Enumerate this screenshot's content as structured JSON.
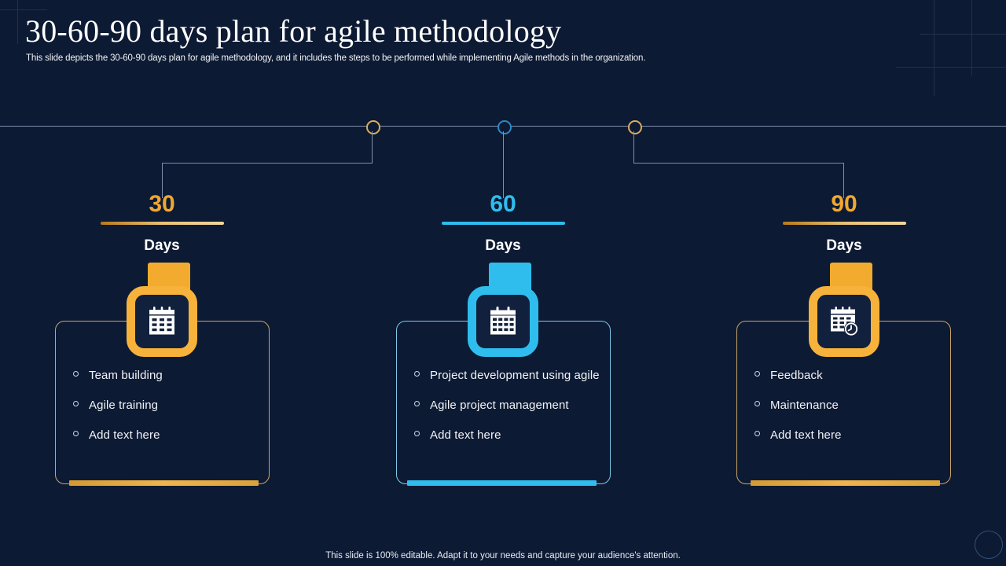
{
  "slide": {
    "title": "30-60-90 days plan for agile methodology",
    "subtitle": "This slide depicts the 30-60-90 days plan for agile methodology, and it includes the steps to be performed while implementing Agile methods in the organization.",
    "footer": "This slide is 100% editable. Adapt it to your needs and capture your audience's attention.",
    "background_color": "#0d1a33",
    "accent_amber": "#f6b23b",
    "accent_blue": "#2fbdee",
    "text_color": "#ffffff"
  },
  "columns": [
    {
      "number": "30",
      "unit": "Days",
      "accent": "amber",
      "accent_color": "#efa830",
      "icon": "calendar-icon",
      "bullets": [
        "Team building",
        "Agile training",
        "Add text here"
      ]
    },
    {
      "number": "60",
      "unit": "Days",
      "accent": "blue",
      "accent_color": "#2fbdee",
      "icon": "calendar-icon",
      "bullets": [
        "Project development using agile",
        "Agile project management",
        "Add text here"
      ]
    },
    {
      "number": "90",
      "unit": "Days",
      "accent": "amber",
      "accent_color": "#efa830",
      "icon": "calendar-clock-icon",
      "bullets": [
        "Feedback",
        "Maintenance",
        "Add text here"
      ]
    }
  ]
}
